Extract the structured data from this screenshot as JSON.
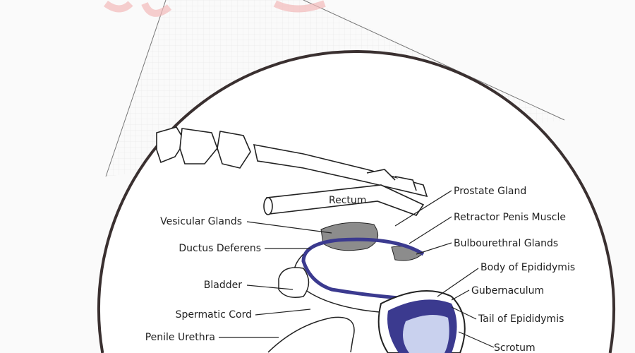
{
  "diagram": {
    "colors": {
      "accent_blue": "#3b3a8f",
      "light_blue": "#c9d1ee",
      "gland_gray": "#8c8c8c",
      "pink": "#f2b9b9"
    },
    "labels_left": [
      "Vesicular Glands",
      "Ductus Deferens",
      "Bladder",
      "Spermatic Cord",
      "Penile Urethra"
    ],
    "labels_right": [
      "Prostate Gland",
      "Retractor Penis Muscle",
      "Bulbourethral Glands",
      "Body of Epididymis",
      "Gubernaculum",
      "Tail of Epididymis",
      "Scrotum"
    ],
    "label_center": "Rectum"
  }
}
